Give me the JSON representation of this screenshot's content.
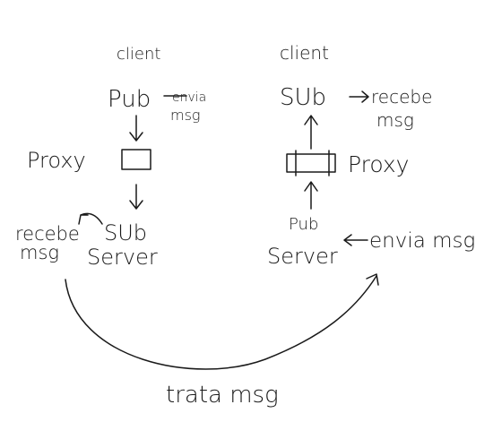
{
  "left": {
    "client": "client",
    "pub": "Pub",
    "pub_note_1": "envia",
    "pub_note_2": "msg",
    "proxy": "Proxy",
    "sub": "SUb",
    "server": "Server",
    "recv_1": "recebe",
    "recv_2": "msg"
  },
  "right": {
    "client": "client",
    "sub": "SUb",
    "sub_note_1": "recebe",
    "sub_note_2": "msg",
    "proxy": "Proxy",
    "pub": "Pub",
    "server": "Server",
    "send_note": "envia msg"
  },
  "bottom": {
    "label": "trata msg"
  }
}
